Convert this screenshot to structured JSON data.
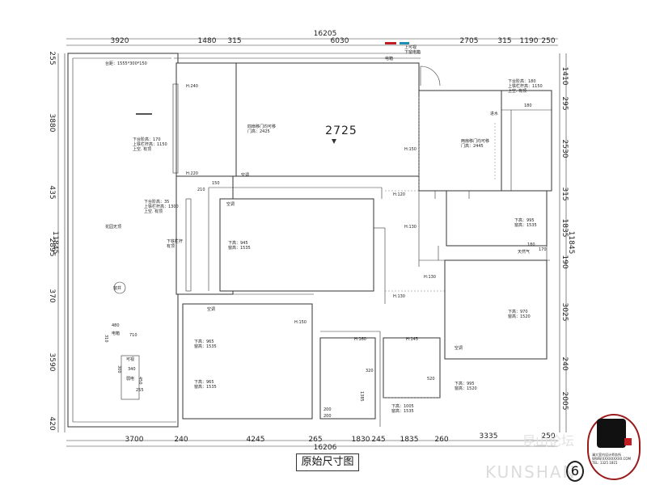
{
  "title": "原始尺寸图",
  "dims_top": {
    "total": "16205",
    "segments": [
      "3920",
      "1480",
      "315",
      "6030",
      "2705",
      "315",
      "1190",
      "250"
    ]
  },
  "dims_bottom": {
    "total": "16206",
    "segments": [
      "3700",
      "240",
      "4245",
      "265",
      "1830",
      "245",
      "1835",
      "260",
      "3335",
      "250"
    ]
  },
  "dims_left": {
    "total": "11845",
    "segments": [
      "255",
      "3880",
      "435",
      "2895",
      "370",
      "3590",
      "420"
    ]
  },
  "dims_right": {
    "total": "11845",
    "segments": [
      "1410",
      "295",
      "2530",
      "315",
      "1835",
      "190",
      "3025",
      "240",
      "2005"
    ]
  },
  "center_number": "2725",
  "labels": {
    "balcony_sill": "台距：1555*300*150",
    "garden": "花园无顶",
    "window": "窗井",
    "h240": "H:240",
    "h220": "H:220",
    "n210": "210",
    "n150a": "150",
    "ac1": "空调",
    "ac2": "空调",
    "ac3": "空调",
    "ac4": "空调",
    "sill_left1": "下台阶高：170",
    "rail_left1": "上铁栏杆高：1150",
    "open_left1": "上空. 有顶",
    "sill_left2": "下台阶高：35",
    "rail_left2": "上铁栏杆高：1300",
    "open_left2": "上空. 有顶",
    "rail_left3": "下铁栏杆",
    "open_left3": "有顶",
    "door_main1": "四扇移门均可移",
    "door_main2": "门高：2425",
    "win_mid1": "下高：945",
    "win_mid2": "窗高：1535",
    "h150_top": "H:150",
    "h120": "H:120",
    "h130a": "H:130",
    "h130b": "H:130",
    "h130c": "H:130",
    "h150_low": "H:150",
    "h160": "H:160",
    "h145": "H:145",
    "electric_box": "电箱",
    "top_door1": "上可视",
    "top_door2": "下窗电箱",
    "sill_right1": "下台阶高：180",
    "rail_right1": "上铁栏杆高：1150",
    "open_right1": "上空. 有顶",
    "n180a": "180",
    "water_in": "进水",
    "door_r1": "两扇移门均可移",
    "door_r2": "门高：2445",
    "win_r1a": "下高：995",
    "win_r1b": "窗高：1535",
    "n180b": "180",
    "gas": "天然气",
    "n170": "170",
    "win_r2a": "下高：970",
    "win_r2b": "窗高：1520",
    "win_lb1a": "下高：965",
    "win_lb1b": "窗高：1535",
    "win_lb2a": "下高：965",
    "win_lb2b": "窗高：1535",
    "n480": "480",
    "n710": "710",
    "n310": "310",
    "e_box2": "电箱",
    "n340": "340",
    "n255": "255",
    "n300": "300",
    "n450": "450",
    "visual": "可视",
    "weak": "弱电",
    "n320": "320",
    "n1385": "1385",
    "n200a": "200",
    "n200b": "200",
    "n520": "520",
    "win_bm1": "下高：1005",
    "win_bm2": "窗高：1535",
    "win_br1": "下高：995",
    "win_br2": "窗高：1520"
  },
  "logo": {
    "lines": [
      "澜大室内设计师务所",
      "WWW.XXXXXXXXX.COM",
      "TEL:  1325  1815"
    ],
    "number": "6"
  },
  "watermark": "KUNSHAN",
  "watermark_cn": "昆山论坛"
}
